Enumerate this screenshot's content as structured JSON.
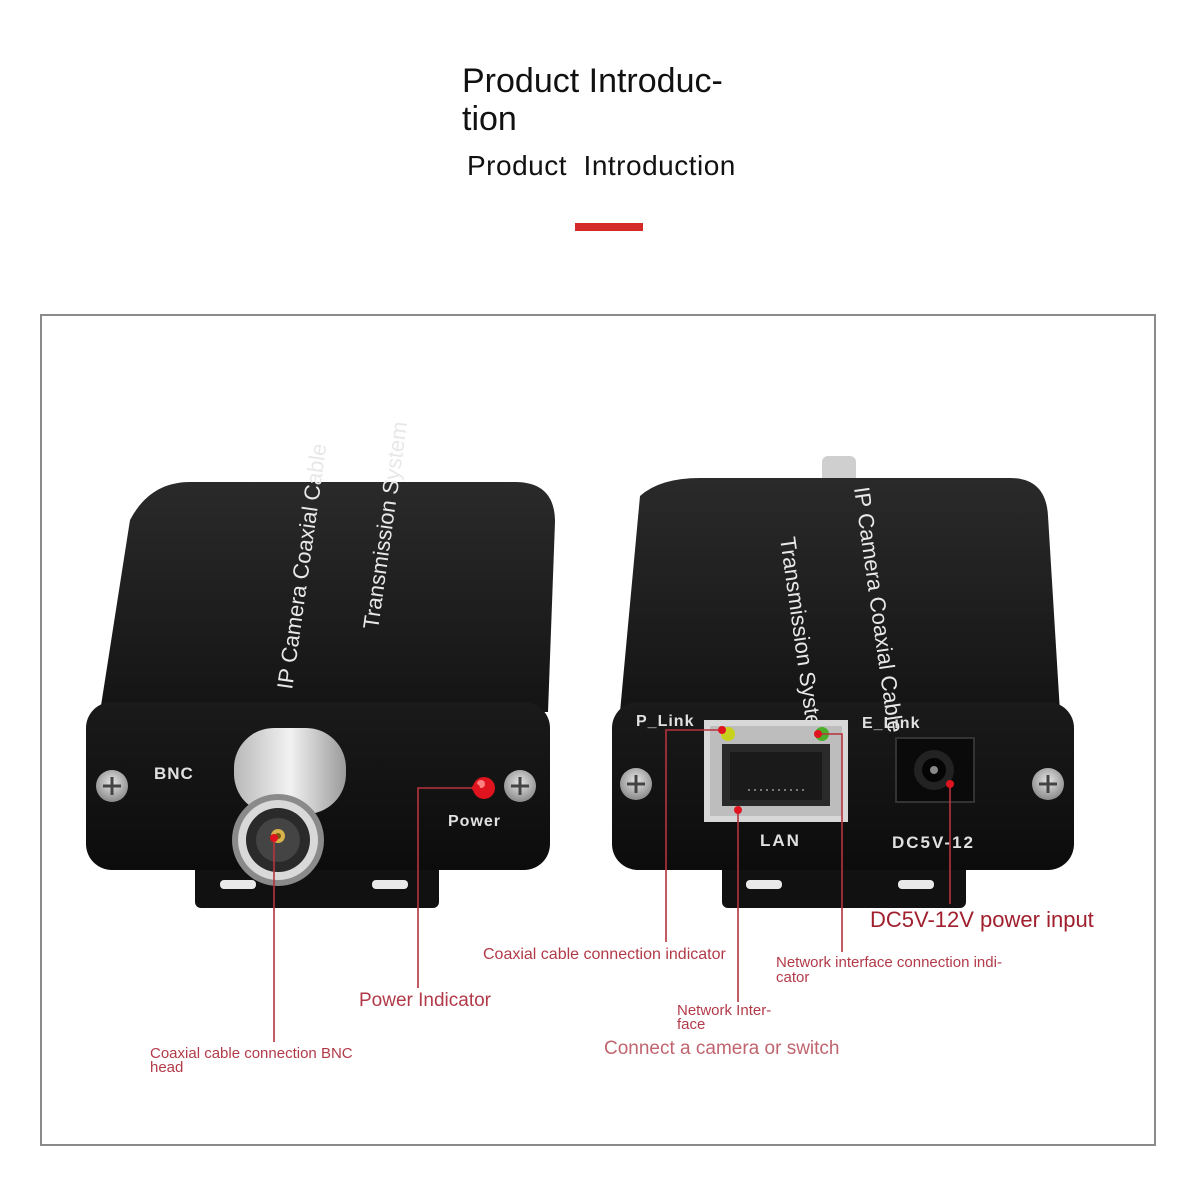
{
  "header": {
    "title": "Product Introduc-\ntion",
    "subtitle": "Product  Introduction"
  },
  "device_left": {
    "top_text_1": "IP Camera Coaxial Cable",
    "top_text_2": "Transmission System",
    "bnc_label": "BNC",
    "power_label": "Power"
  },
  "device_right": {
    "top_text_1": "IP Camera Coaxial Cable",
    "top_text_2": "Transmission System",
    "p_link_label": "P_Link",
    "e_link_label": "E_Link",
    "lan_label": "LAN",
    "dc_label": "DC5V-12"
  },
  "callouts": {
    "bnc_head": "Coaxial cable connection BNC head",
    "power_indicator": "Power Indicator",
    "coax_indicator": "Coaxial cable connection indicator",
    "network_interface": "Network Inter-\nface",
    "connect": "Connect a camera or switch",
    "network_indicator": "Network interface connection indi-\ncator",
    "power_input": "DC5V-12V power input"
  },
  "colors": {
    "accent": "#d42a2a",
    "callout": "#b23a48",
    "device_body": "#1c1c1c",
    "led_green": "#4caf2a",
    "led_yellow": "#c8d21e",
    "led_red": "#e0141e"
  }
}
